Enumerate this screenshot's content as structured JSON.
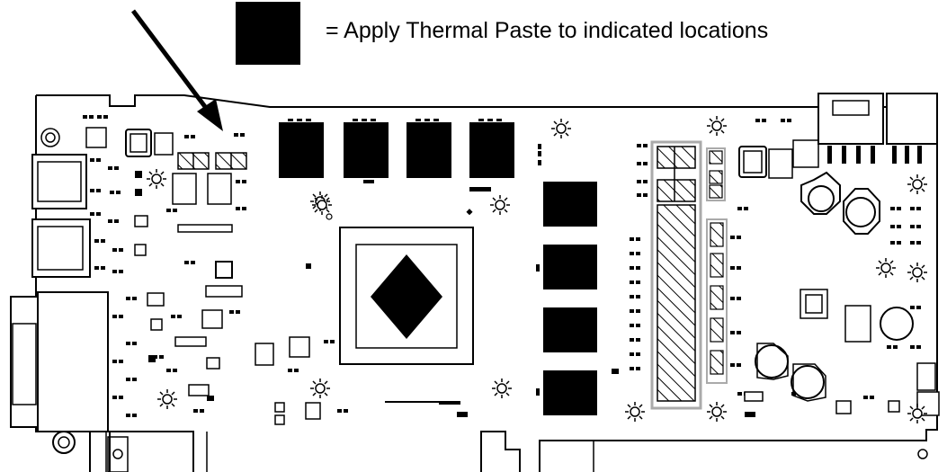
{
  "legend": {
    "swatch_color": "#000000",
    "text": "= Apply Thermal Paste to indicated locations"
  },
  "diagram": {
    "subject": "graphics-card-pcb",
    "paste_fill_color": "#000000",
    "hatch_pattern": "diagonal",
    "indicator": "arrow"
  }
}
